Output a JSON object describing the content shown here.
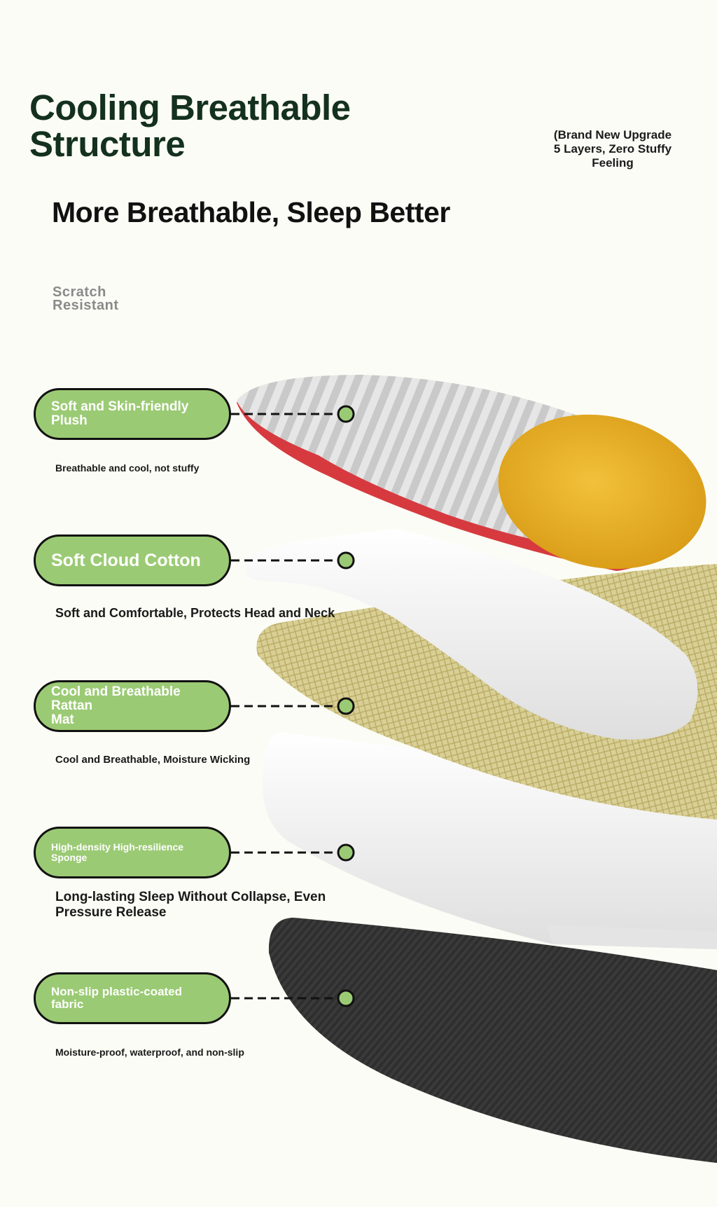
{
  "header": {
    "title_line1": "Cooling Breathable",
    "title_line2": "Structure",
    "subtitle": "More Breathable, Sleep Better",
    "upgrade_line1": "(Brand New Upgrade",
    "upgrade_line2": "5 Layers, Zero Stuffy",
    "upgrade_line3": "Feeling",
    "scratch_line1": "Scratch",
    "scratch_line2": "Resistant"
  },
  "layers": [
    {
      "label": "Soft and Skin-friendly Plush",
      "desc_line1": "Breathable and cool, not stuffy",
      "desc_line2": ""
    },
    {
      "label": "Soft Cloud Cotton",
      "desc_line1": "Soft and Comfortable, Protects Head and Neck",
      "desc_line2": ""
    },
    {
      "label_line1": "Cool and Breathable Rattan",
      "label_line2": "Mat",
      "desc_line1": "Cool and Breathable, Moisture Wicking",
      "desc_line2": ""
    },
    {
      "label_line1": "High-density High-resilience",
      "label_line2": "Sponge",
      "desc_line1": "Long-lasting Sleep Without Collapse, Even",
      "desc_line2": "Pressure Release"
    },
    {
      "label": "Non-slip plastic-coated fabric",
      "desc_line1": "Moisture-proof, waterproof, and non-slip",
      "desc_line2": ""
    }
  ],
  "colors": {
    "title": "#14301e",
    "pill_fill": "#9bca74",
    "pill_border": "#111111",
    "marker_fill": "#9bca74",
    "background": "#fbfcf5"
  }
}
